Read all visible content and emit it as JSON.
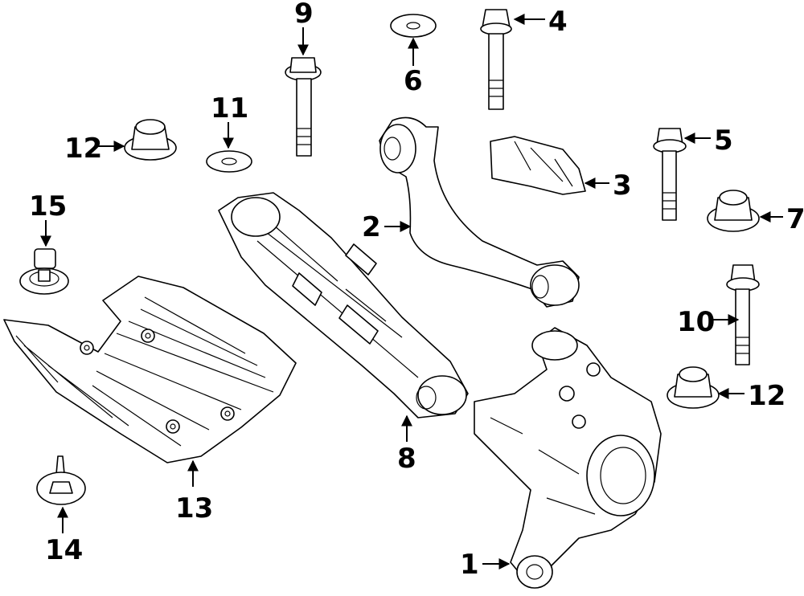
{
  "callouts": {
    "c1": "1",
    "c2": "2",
    "c3": "3",
    "c4": "4",
    "c5": "5",
    "c6": "6",
    "c7": "7",
    "c8": "8",
    "c9": "9",
    "c10": "10",
    "c11": "11",
    "c12a": "12",
    "c12b": "12",
    "c13": "13",
    "c14": "14",
    "c15": "15"
  },
  "colors": {
    "line": "#000000",
    "background": "#ffffff"
  }
}
